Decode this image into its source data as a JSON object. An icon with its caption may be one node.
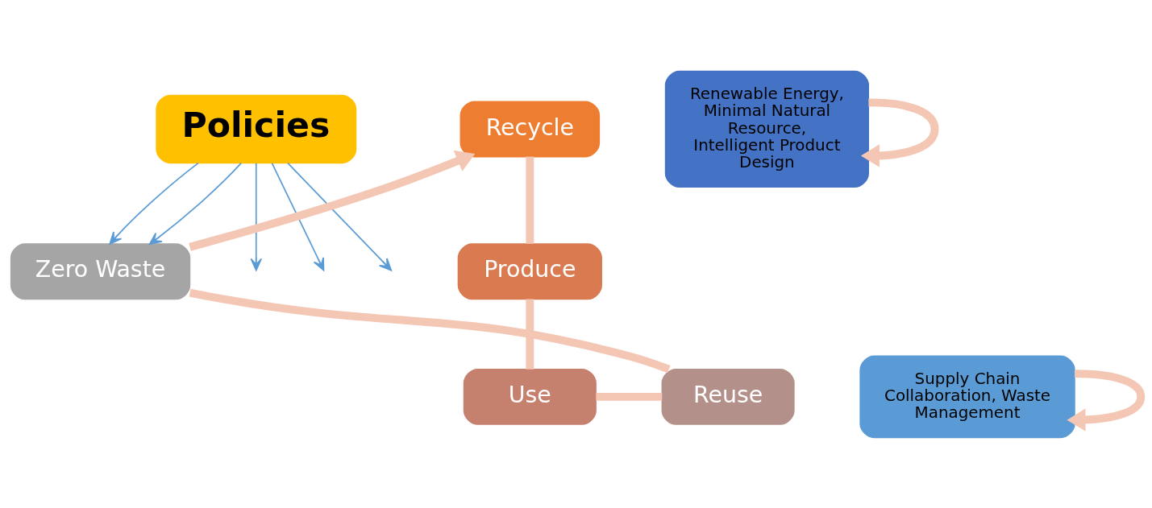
{
  "diagram": {
    "nodes": [
      {
        "text": [
          "Policies"
        ]
      },
      {
        "text": [
          "Recycle"
        ]
      },
      {
        "text": [
          "Produce"
        ]
      },
      {
        "text": [
          "Use"
        ]
      },
      {
        "text": [
          "Reuse"
        ]
      },
      {
        "text": [
          "Zero Waste"
        ]
      },
      {
        "text": [
          "Renewable Energy, Minimal Natural Resource, Intelligent Product Design"
        ]
      },
      {
        "text": [
          "Supply Chain Collaboration, Waste Management"
        ]
      }
    ],
    "edges": [
      {
        "from": 1,
        "to": 2,
        "arrow": "none"
      },
      {
        "from": 2,
        "to": 3,
        "arrow": "none"
      },
      {
        "from": 3,
        "to": 4,
        "arrow": "none"
      },
      {
        "from": 4,
        "to": 5,
        "arrow": "none"
      },
      {
        "from": 5,
        "to": 1,
        "arrow": "to"
      },
      {
        "from": 0,
        "to": null,
        "arrow": "to",
        "color": "#5b9bd5"
      },
      {
        "from": 0,
        "to": null,
        "arrow": "to",
        "color": "#5b9bd5"
      },
      {
        "from": 0,
        "to": 5,
        "arrow": "to",
        "color": "#5b9bd5"
      },
      {
        "from": 0,
        "to": 5,
        "arrow": "to",
        "color": "#5b9bd5"
      },
      {
        "from": 0,
        "to": null,
        "arrow": "to",
        "color": "#5b9bd5"
      },
      {
        "from": 6,
        "to": 6,
        "arrow": "to"
      },
      {
        "from": 7,
        "to": 7,
        "arrow": "to"
      }
    ]
  }
}
